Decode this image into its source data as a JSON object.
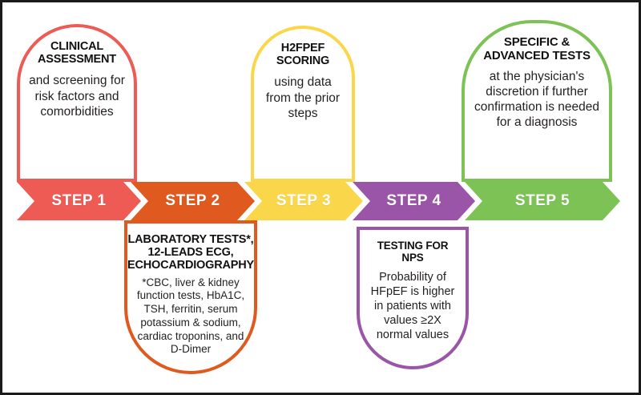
{
  "diagram": {
    "title_present": false,
    "type": "5-step horizontal process flow",
    "colors": {
      "step1": "#EE5B55",
      "step2": "#E0591E",
      "step3": "#FAD74A",
      "step4": "#9B55A8",
      "step5": "#7CC255",
      "frame": "#1b1b1b",
      "text": "#231f20",
      "arrow_label": "#ffffff"
    },
    "steps": [
      {
        "id": "step-1",
        "arrow_label": "STEP 1",
        "color": "#EE5B55",
        "position": "top",
        "title": "CLINICAL ASSESSMENT",
        "body": "and screening for risk factors and comorbidities"
      },
      {
        "id": "step-2",
        "arrow_label": "STEP 2",
        "color": "#E0591E",
        "position": "bottom",
        "title": "LABORATORY TESTS*, 12-LEADS ECG, ECHOCARDIOGRAPHY",
        "body": "*CBC, liver & kidney function tests, HbA1C, TSH, ferritin, serum potassium & sodium, cardiac troponins, and D-Dimer"
      },
      {
        "id": "step-3",
        "arrow_label": "STEP 3",
        "color": "#FAD74A",
        "position": "top",
        "title": "H2FPEF SCORING",
        "body": "using data from the prior steps"
      },
      {
        "id": "step-4",
        "arrow_label": "STEP 4",
        "color": "#9B55A8",
        "position": "bottom",
        "title": "TESTING FOR NPS",
        "body": "Probability of HFpEF is higher in patients with values ≥2X normal values"
      },
      {
        "id": "step-5",
        "arrow_label": "STEP 5",
        "color": "#7CC255",
        "position": "top",
        "title": "SPECIFIC & ADVANCED TESTS",
        "body": "at the physician's discretion if further confirmation is needed for a diagnosis"
      }
    ]
  }
}
